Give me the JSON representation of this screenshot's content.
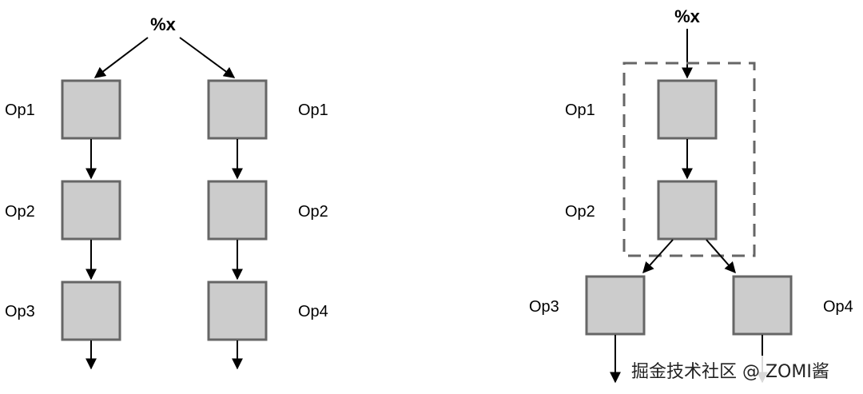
{
  "left_diagram": {
    "input": "%x",
    "branch_a": [
      "Op1",
      "Op2",
      "Op3"
    ],
    "branch_b": [
      "Op1",
      "Op2",
      "Op4"
    ]
  },
  "right_diagram": {
    "input": "%x",
    "fused_ops": [
      "Op1",
      "Op2"
    ],
    "outputs": [
      "Op3",
      "Op4"
    ]
  },
  "watermark": "掘金技术社区 @ ZOMI酱",
  "colors": {
    "box_fill": "#cccccc",
    "box_stroke": "#666666",
    "edge": "#000000"
  }
}
